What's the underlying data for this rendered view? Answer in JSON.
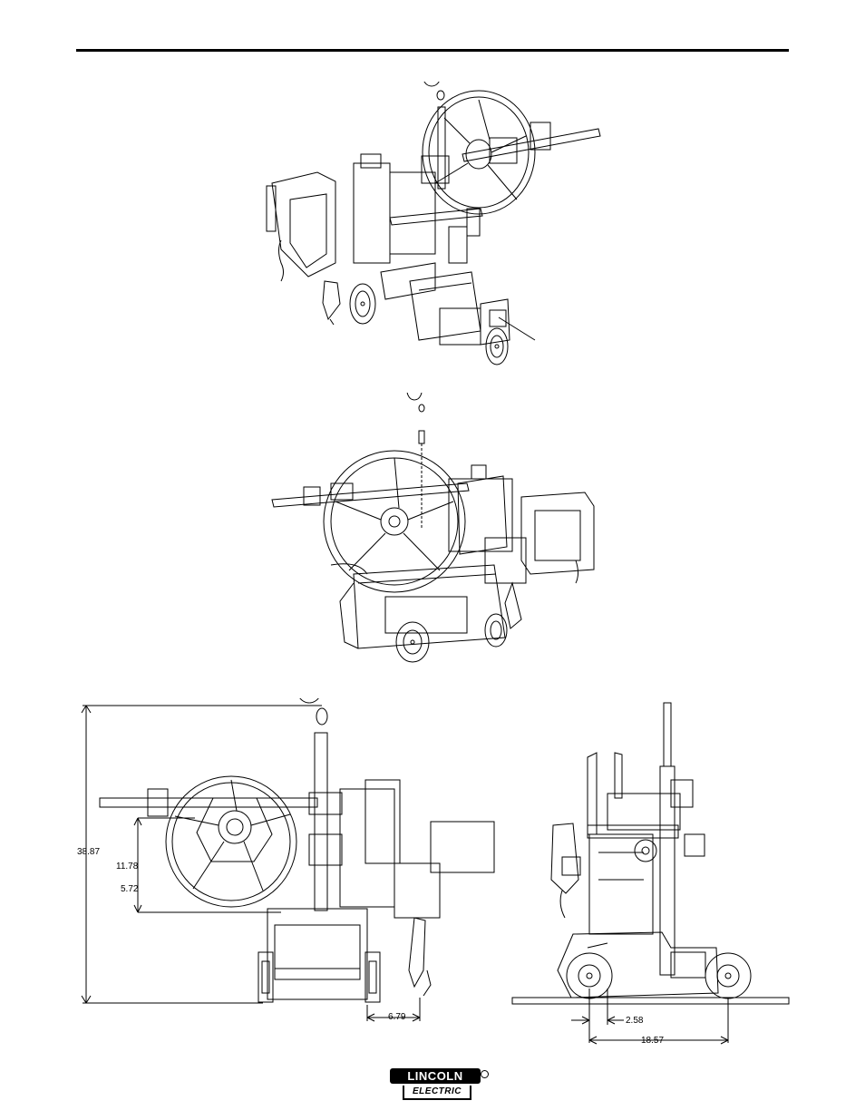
{
  "dimensions": {
    "overall_height": "38.87",
    "rod_height": "11.78",
    "hub_height": "5.72",
    "head_offset": "6.79",
    "wheel_offset": "2.58",
    "wheelbase": "18.57"
  },
  "logo": {
    "top_text": "LINCOLN",
    "bottom_text": "ELECTRIC"
  },
  "icons": {
    "reel": "wire-reel-icon",
    "tractor": "welding-tractor-icon"
  }
}
